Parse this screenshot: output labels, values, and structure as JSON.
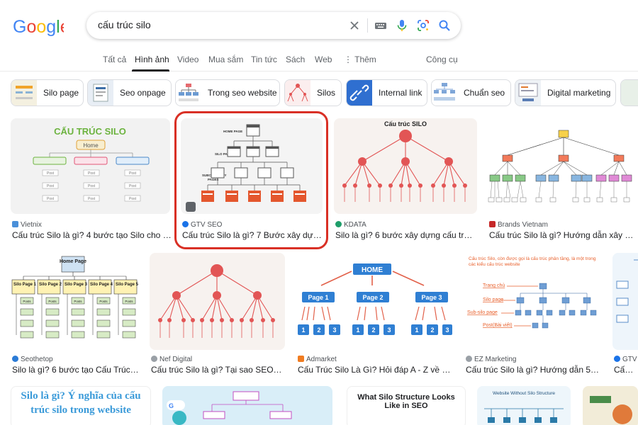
{
  "search": {
    "query": "cấu trúc silo"
  },
  "tabs": [
    "Tất cả",
    "Hình ảnh",
    "Video",
    "Mua sắm",
    "Tin tức",
    "Sách",
    "Web",
    "⋮ Thêm",
    "Công cụ"
  ],
  "active_tab": "Hình ảnh",
  "chips": [
    "Silo page",
    "Seo onpage",
    "Trong seo website",
    "Silos",
    "Internal link",
    "Chuẩn seo",
    "Digital marketing"
  ],
  "results": [
    {
      "source": "Vietnix",
      "title": "Cấu trúc Silo là gì? 4 bước tạo Silo cho w..."
    },
    {
      "source": "GTV SEO",
      "title": "Cấu trúc Silo là gì? 7 Bước xây dựng..."
    },
    {
      "source": "KDATA",
      "title": "Silo là gì? 6 bước xây dựng cấu trúc ..."
    },
    {
      "source": "Brands Vietnam",
      "title": "Cấu trúc Silo là gì? Hướng dẫn xây dựng ..."
    },
    {
      "source": "Seothetop",
      "title": "Silo là gì? 6 bước tạo Cấu Trúc Si..."
    },
    {
      "source": "Nef Digital",
      "title": "Cấu trúc Silo là gì? Tại sao SEOer ..."
    },
    {
      "source": "Admarket",
      "title": "Cấu Trúc Silo Là Gì? Hỏi đáp A - Z về cấu..."
    },
    {
      "source": "EZ Marketing",
      "title": "Cấu trúc Silo là gì? Hướng dẫn 5 b..."
    },
    {
      "source": "GTV",
      "title": "Cấu t..."
    }
  ],
  "image_text": {
    "vietnix_heading": "CẤU TRÚC SILO",
    "home": "Home",
    "post": "Post",
    "gtv_home_page": "HOME PAGE",
    "gtv_silo_page": "SILO PAGE",
    "gtv_subcategory": "SUBCATEGORY",
    "gtv_pages": "PAGES",
    "kdata_heading": "Cấu trúc SILO",
    "seothetop_home": "Home Page",
    "silo_pages": [
      "Silo Page 1",
      "Silo Page 2",
      "Silo Page 3",
      "Silo Page 4",
      "Silo Page 5"
    ],
    "posts": "Posts",
    "admarket_home": "HOME",
    "admarket_pages": [
      "Page 1",
      "Page 2",
      "Page 3"
    ],
    "admarket_nums": [
      "1",
      "2",
      "3"
    ],
    "ez_intro": "Cấu trúc Silo, còn được gọi là cấu trúc phân tầng, là một trong các kiểu cấu trúc website",
    "ez_labels": [
      "Trang chủ",
      "Silo page",
      "Sub-silo page",
      "Post(Bài viết)"
    ],
    "row3_a": "Silo là gì? Ý nghĩa của cấu trúc silo trong website",
    "row3_c": "What Silo Structure Looks Like in SEO",
    "row3_d": "Website Without Silo Structure"
  },
  "colors": {
    "selected_ring": "#d93025",
    "google_blue": "#4285f4",
    "google_red": "#ea4335",
    "google_yellow": "#fbbc05",
    "google_green": "#34a853"
  }
}
